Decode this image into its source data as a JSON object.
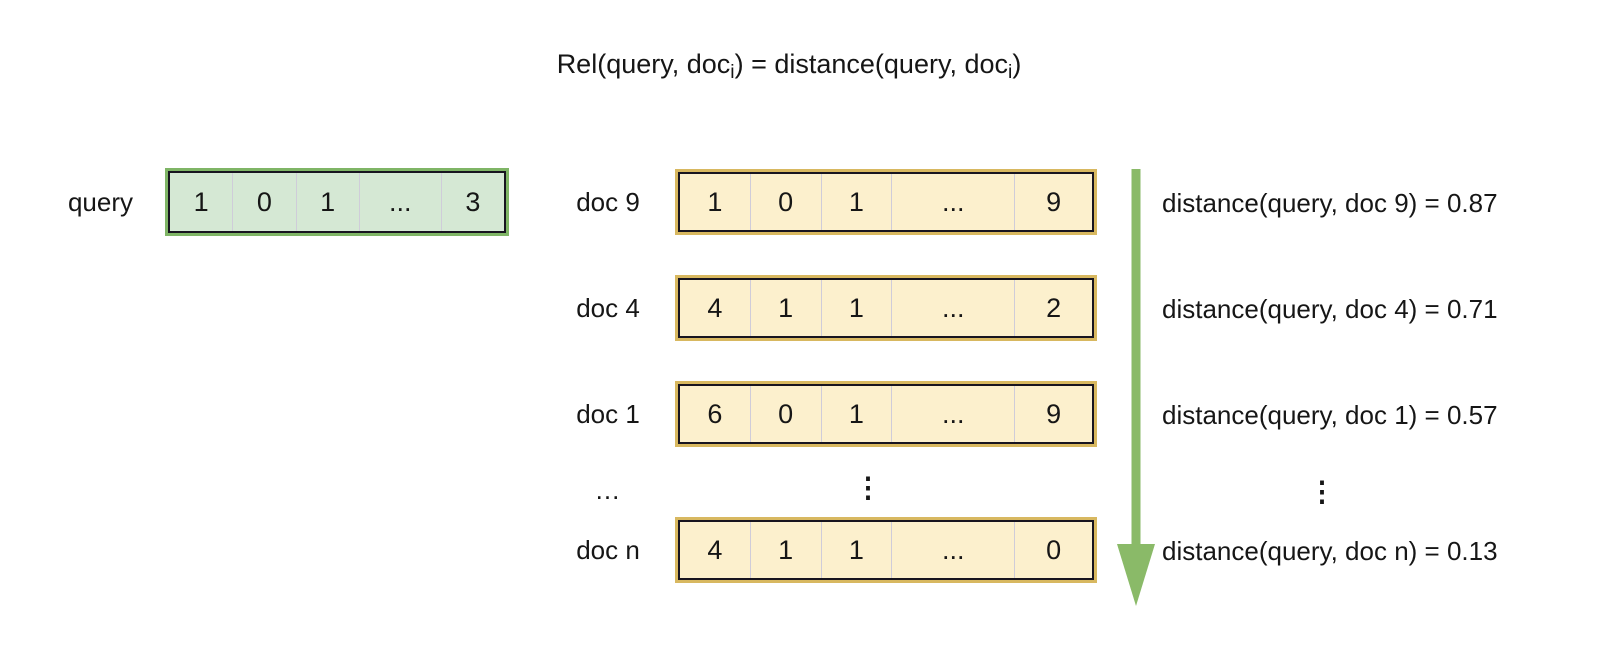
{
  "title": {
    "p1": "Rel(query, doc",
    "sub1": "i",
    "p2": ") = distance(query, doc",
    "sub2": "i",
    "p3": ")"
  },
  "query": {
    "label": "query",
    "cells": [
      "1",
      "0",
      "1",
      "...",
      "3"
    ]
  },
  "docs": [
    {
      "label": "doc 9",
      "cells": [
        "1",
        "0",
        "1",
        "...",
        "9"
      ],
      "distance": "distance(query, doc 9) = 0.87"
    },
    {
      "label": "doc 4",
      "cells": [
        "4",
        "1",
        "1",
        "...",
        "2"
      ],
      "distance": "distance(query, doc 4) = 0.71"
    },
    {
      "label": "doc 1",
      "cells": [
        "6",
        "0",
        "1",
        "...",
        "9"
      ],
      "distance": "distance(query, doc 1) = 0.57"
    },
    {
      "label": "doc n",
      "cells": [
        "4",
        "1",
        "1",
        "...",
        "0"
      ],
      "distance": "distance(query, doc n) = 0.13"
    }
  ],
  "ellipsis": {
    "labels_column": "...",
    "vectors_column": "⋮",
    "distances_column": "⋮"
  },
  "colors": {
    "query_fill": "#d5e8d4",
    "query_border": "#7fb566",
    "doc_fill": "#fcf0cd",
    "doc_border": "#d8b860",
    "inner_border": "#17141f",
    "cell_separator": "#cfccd9",
    "arrow": "#8aba68",
    "text": "#161616",
    "background": "#ffffff"
  }
}
